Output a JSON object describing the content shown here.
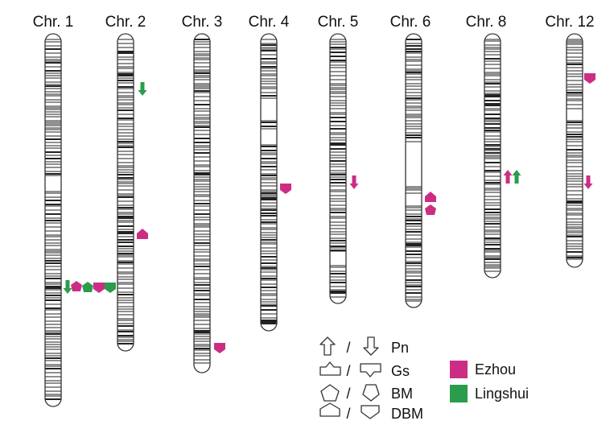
{
  "colors": {
    "ezhou": "#cc2d84",
    "lingshui": "#2b9c4c",
    "outline": "#333333",
    "band": "#222222"
  },
  "chromosomes": [
    {
      "label": "Chr. 1",
      "markers": [
        {
          "shape": "arrow-down",
          "population": "lingshui"
        },
        {
          "shape": "pentagon",
          "population": "ezhou"
        },
        {
          "shape": "pentagon",
          "population": "lingshui"
        },
        {
          "shape": "cup",
          "population": "ezhou"
        },
        {
          "shape": "cup",
          "population": "lingshui"
        }
      ]
    },
    {
      "label": "Chr. 2",
      "markers": [
        {
          "shape": "arrow-down",
          "population": "lingshui"
        },
        {
          "shape": "house",
          "population": "ezhou"
        }
      ]
    },
    {
      "label": "Chr. 3",
      "markers": [
        {
          "shape": "cup",
          "population": "ezhou"
        }
      ]
    },
    {
      "label": "Chr. 4",
      "markers": [
        {
          "shape": "cup",
          "population": "ezhou"
        }
      ]
    },
    {
      "label": "Chr. 5",
      "markers": [
        {
          "shape": "arrow-down",
          "population": "ezhou"
        }
      ]
    },
    {
      "label": "Chr. 6",
      "markers": [
        {
          "shape": "house",
          "population": "ezhou"
        },
        {
          "shape": "pentagon",
          "population": "ezhou"
        }
      ]
    },
    {
      "label": "Chr. 8",
      "markers": [
        {
          "shape": "arrow-up",
          "population": "ezhou"
        },
        {
          "shape": "arrow-up",
          "population": "lingshui"
        }
      ]
    },
    {
      "label": "Chr. 12",
      "markers": [
        {
          "shape": "cup",
          "population": "ezhou"
        },
        {
          "shape": "arrow-down",
          "population": "ezhou"
        }
      ]
    }
  ],
  "legend": {
    "shapes": [
      {
        "label": "Pn",
        "left_icon": "outline-arrow-up",
        "right_icon": "outline-arrow-down"
      },
      {
        "label": "Gs",
        "left_icon": "outline-flat-arrow-up",
        "right_icon": "outline-flat-arrow-down"
      },
      {
        "label": "BM",
        "left_icon": "outline-pentagon",
        "right_icon": "outline-inverted-pentagon"
      },
      {
        "label": "DBM",
        "left_icon": "outline-house",
        "right_icon": "outline-cup"
      }
    ],
    "separator": "/",
    "populations": [
      {
        "label": "Ezhou",
        "color": "#cc2d84"
      },
      {
        "label": "Lingshui",
        "color": "#2b9c4c"
      }
    ]
  }
}
